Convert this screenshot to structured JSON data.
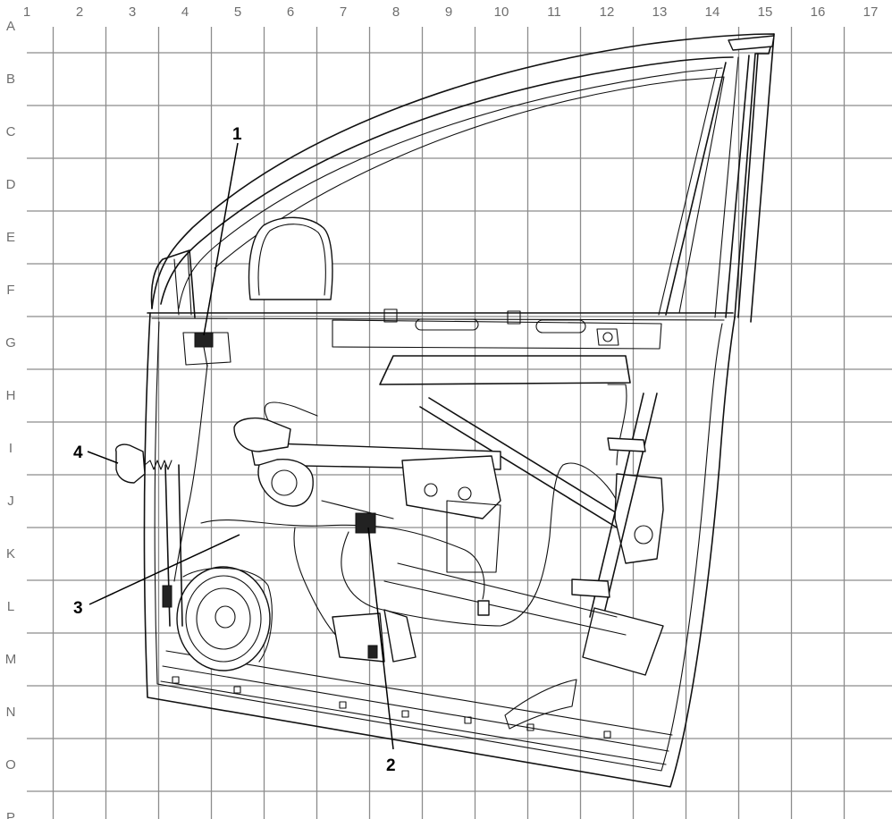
{
  "grid": {
    "columns": [
      "1",
      "2",
      "3",
      "4",
      "5",
      "6",
      "7",
      "8",
      "9",
      "10",
      "11",
      "12",
      "13",
      "14",
      "15",
      "16",
      "17"
    ],
    "rows": [
      "A",
      "B",
      "C",
      "D",
      "E",
      "F",
      "G",
      "H",
      "I",
      "J",
      "K",
      "L",
      "M",
      "N",
      "O",
      "P"
    ]
  },
  "callouts": [
    {
      "id": "1",
      "label": "1"
    },
    {
      "id": "2",
      "label": "2"
    },
    {
      "id": "3",
      "label": "3"
    },
    {
      "id": "4",
      "label": "4"
    }
  ]
}
